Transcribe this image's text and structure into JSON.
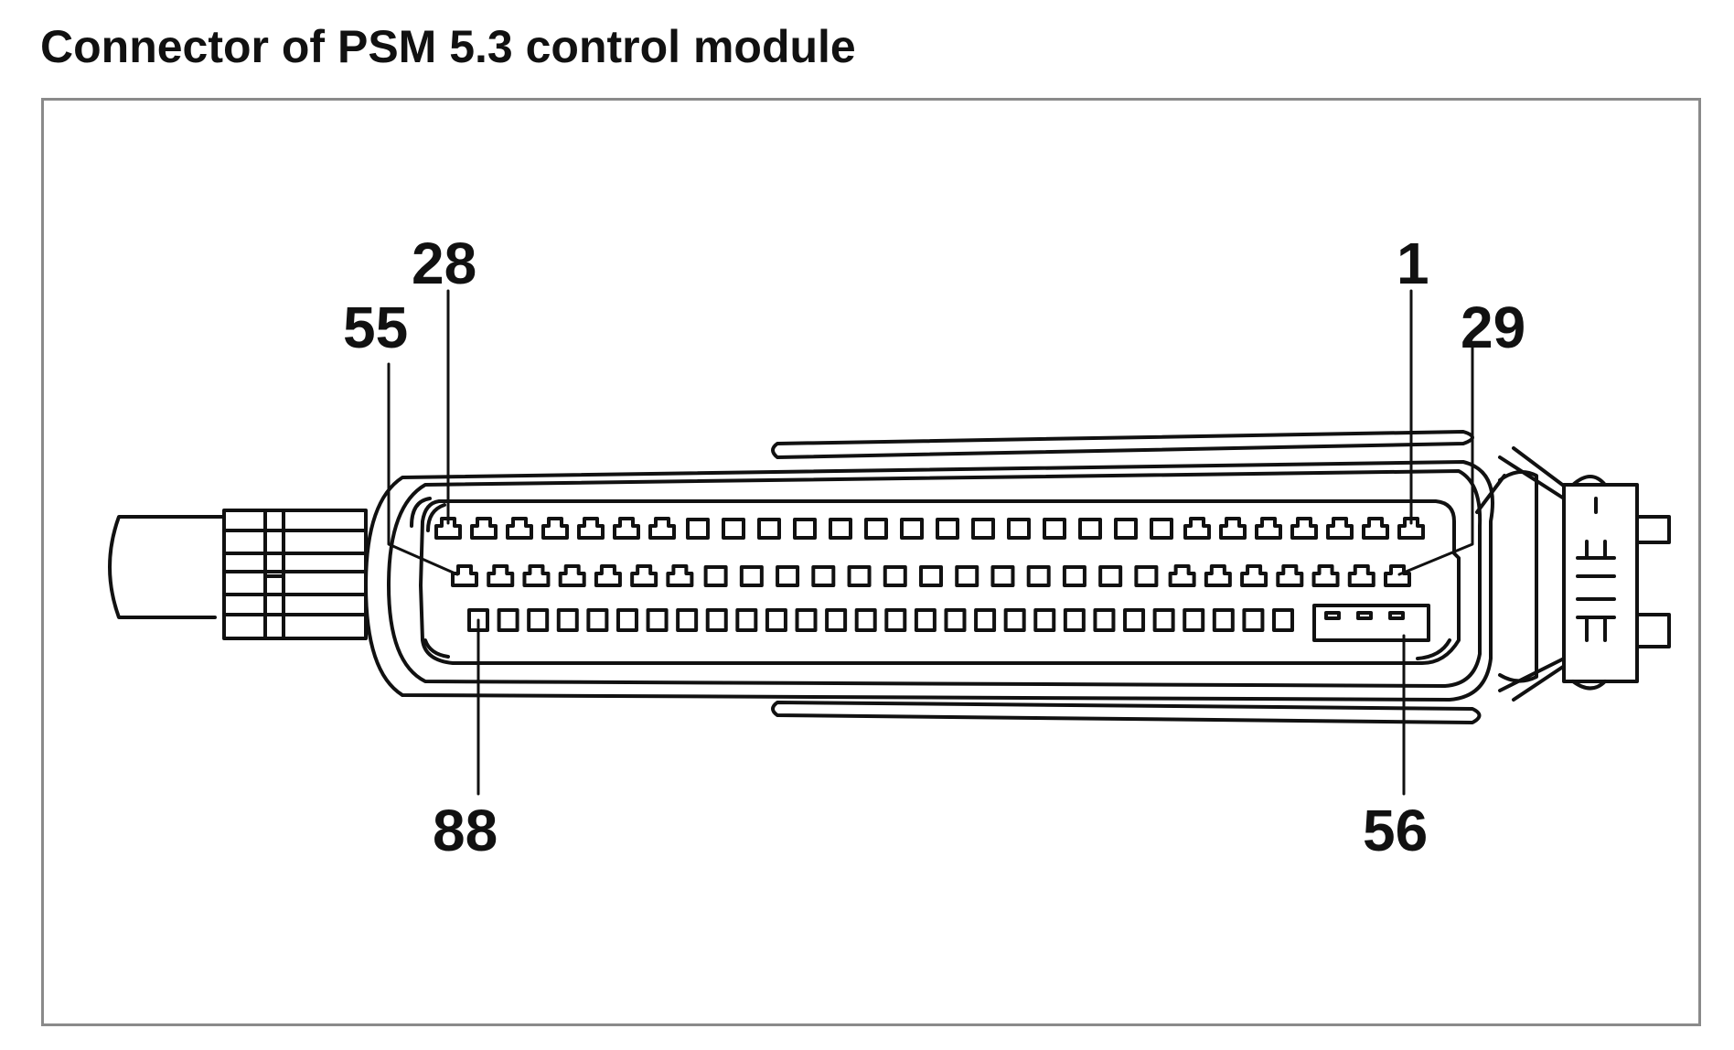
{
  "title": "Connector of PSM 5.3 control module",
  "pin_labels": {
    "row1_left": "28",
    "row1_right": "1",
    "row2_left": "55",
    "row2_right": "29",
    "row3_left": "88",
    "row3_right": "56"
  },
  "colors": {
    "line": "#111111",
    "frame": "#8a8a8a",
    "background": "#ffffff"
  }
}
